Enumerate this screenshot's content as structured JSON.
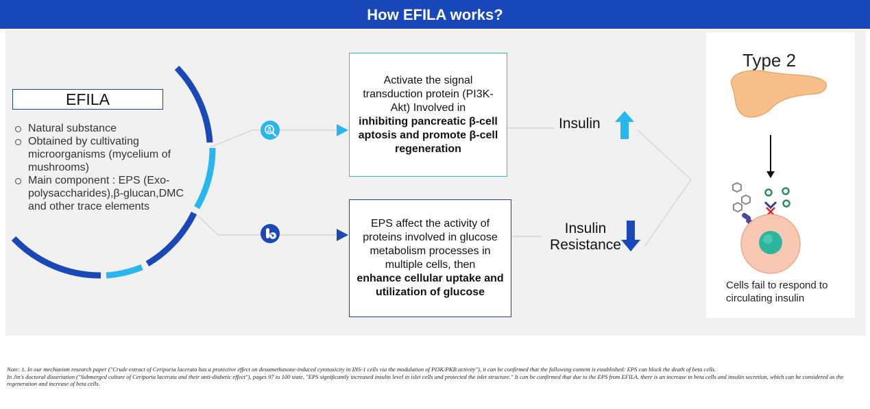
{
  "header": {
    "title": "How EFILA works?"
  },
  "efila": {
    "title": "EFILA",
    "bullets": [
      "Natural substance",
      "Obtained by cultivating microorganisms (mycelium of mushrooms)",
      "Main component : EPS (Exo-polysaccharides),β-glucan,DMC and other trace elements"
    ]
  },
  "pathway_top": {
    "text_plain": "Activate the signal transduction protein (PI3K-Akt) Involved in",
    "text_bold": "inhibiting pancreatic β-cell aptosis and promote β-cell regeneration",
    "result_label": "Insulin",
    "icon": "lab-flask-magnifier-icon"
  },
  "pathway_bottom": {
    "text_plain": "EPS affect the activity of proteins involved in glucose metabolism processes in multiple cells, then",
    "text_bold": "enhance cellular uptake and utilization of glucose",
    "result_label": "Insulin Resistance",
    "icon": "test-tube-cells-icon"
  },
  "type2": {
    "title": "Type 2",
    "caption": "Cells fail to respond to circulating insulin"
  },
  "note": {
    "line1": "Note: 1. In our mechanism research paper (\"Crude extract of Ceriporia lacerata has a protective effect on dexamethasone-induced cytotoxicity in INS-1 cells via the modulation of PI3K/PKB activity\"), it can be confirmed that the following content is established: EPS can block the death of beta cells.",
    "line2": "In Jin's doctoral dissertation (\"Submerged culture of Ceriporia lacerata and their anti-diabetic effect\"), pages 97 to 100 state, \"EPS significantly increased insulin level in islet cells and protected the islet structure.\" It can be confirmed that due to the EPS from EFILA, there is an increase in beta cells and insulin secretion, which can be considered as the regeneration and increase of beta cells."
  },
  "colors": {
    "header_blue": "#1747b8",
    "dark_blue": "#1b48b8",
    "light_blue": "#27b7ee",
    "panel_gray": "#f1f1f1"
  }
}
